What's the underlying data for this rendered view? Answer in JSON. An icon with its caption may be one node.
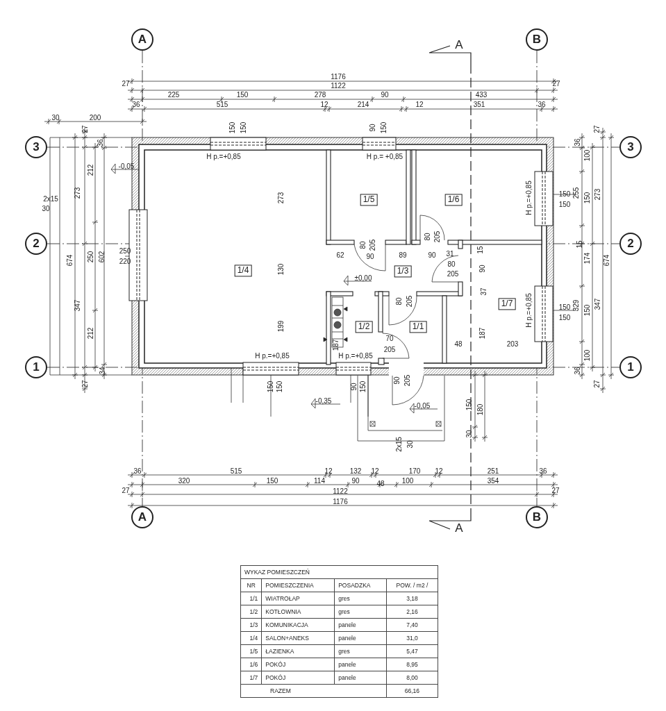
{
  "diagram": {
    "nodes": [
      {
        "text": [
          "A"
        ]
      },
      {
        "text": [
          "B"
        ]
      },
      {
        "text": [
          "3"
        ]
      },
      {
        "text": [
          "3"
        ]
      },
      {
        "text": [
          "1/5"
        ]
      },
      {
        "text": [
          "1/6"
        ]
      },
      {
        "text": [
          "2"
        ]
      },
      {
        "text": [
          "2"
        ]
      },
      {
        "text": [
          "1/4"
        ]
      },
      {
        "text": [
          "1/3"
        ]
      },
      {
        "text": [
          "1/7"
        ]
      },
      {
        "text": [
          "1/2"
        ]
      },
      {
        "text": [
          "1/1"
        ]
      },
      {
        "text": [
          "1"
        ]
      },
      {
        "text": [
          "1"
        ]
      },
      {
        "text": [
          "A"
        ]
      },
      {
        "text": [
          "B"
        ]
      }
    ],
    "edges": [
      {
        "from": 0,
        "to": 15,
        "arrow": "none",
        "style": "dashed"
      },
      {
        "from": 1,
        "to": 16,
        "arrow": "none",
        "style": "dashed"
      },
      {
        "from": 2,
        "to": 3,
        "arrow": "none",
        "style": "dashed"
      },
      {
        "from": 6,
        "to": 7,
        "arrow": "none",
        "style": "dashed"
      },
      {
        "from": 13,
        "to": 14,
        "arrow": "none",
        "style": "dashed"
      }
    ],
    "labels": [
      "A",
      "1176",
      "27",
      "1122",
      "27",
      "225",
      "150",
      "278",
      "90",
      "433",
      "36",
      "515",
      "12",
      "214",
      "12",
      "351",
      "36",
      "30",
      "200",
      "27",
      "150",
      "150",
      "90",
      "150",
      "27",
      "36",
      "36",
      "100",
      "H p.=+0,85",
      "H p.= +0,85",
      "-0,05",
      "212",
      "273",
      "2x15",
      "30",
      "273",
      "H p.=+0,85",
      "150",
      "150",
      "255",
      "150",
      "273",
      "674",
      "250",
      "602",
      "250",
      "220",
      "62",
      "80",
      "90",
      "205",
      "89",
      "80",
      "90",
      "205",
      "31",
      "15",
      "15",
      "174",
      "674",
      "130",
      "±0,00",
      "80",
      "205",
      "90",
      "347",
      "80",
      "205",
      "37",
      "H p.=+0,85",
      "150",
      "150",
      "329",
      "150",
      "347",
      "199",
      "212",
      "187",
      "70",
      "205",
      "187",
      "48",
      "203",
      "H p.=+0,85",
      "H p.=+0,85",
      "100",
      "34",
      "36",
      "90",
      "205",
      "27",
      "27",
      "150",
      "150",
      "90",
      "150",
      "-0,35",
      "150",
      "-0,05",
      "180",
      "30",
      "2x15",
      "30",
      "36",
      "515",
      "12",
      "132",
      "12",
      "170",
      "12",
      "251",
      "36",
      "320",
      "150",
      "114",
      "90",
      "48",
      "100",
      "354",
      "27",
      "1122",
      "27",
      "1176",
      "A",
      "WYKAZ POMIESZCZEŃ",
      "NR",
      "POMIESZCZENIA",
      "POSADZKA",
      "POW. / m2 /",
      "1/1",
      "WIATROŁAP",
      "gres",
      "3,18",
      "1/2",
      "KOTŁOWNIA",
      "gres",
      "2,16",
      "1/3",
      "KOMUNIKACJA",
      "panele",
      "7,40",
      "1/4",
      "SALON+ANEKS",
      "panele",
      "31,0",
      "1/5",
      "ŁAZIENKA",
      "gres",
      "5,47",
      "1/6",
      "POKÓJ",
      "panele",
      "8,95",
      "1/7",
      "POKÓJ",
      "panele",
      "8,00",
      "RAZEM",
      "66,16"
    ]
  }
}
